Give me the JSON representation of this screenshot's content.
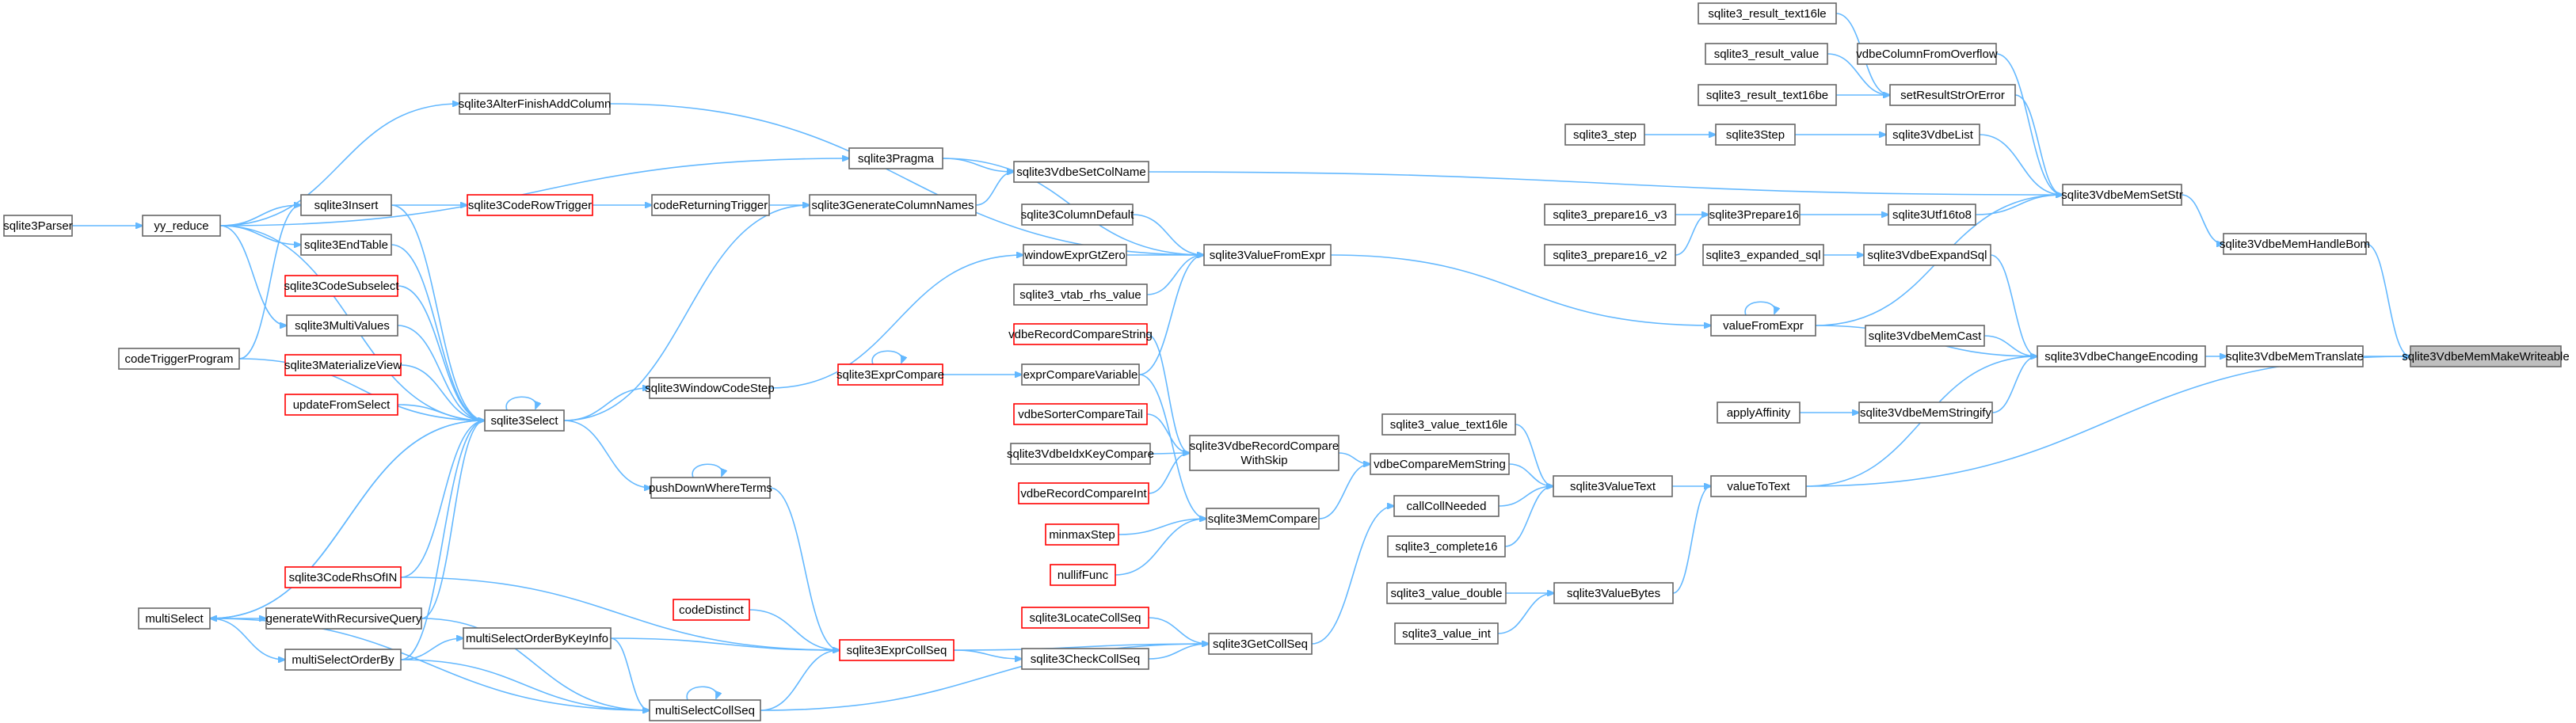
{
  "colors": {
    "edge": "#63b8ff",
    "node_border": "#666666",
    "node_border_truncated": "#ff0000",
    "root_fill": "#bfbfbf"
  },
  "nodes": {
    "n_main": "sqlite3VdbeMemMakeWriteable",
    "n_handlebom": "sqlite3VdbeMemHandleBom",
    "n_translate": "sqlite3VdbeMemTranslate",
    "n_setstr": "sqlite3VdbeMemSetStr",
    "n_changeenc": "sqlite3VdbeChangeEncoding",
    "n_result16": "sqlite3_result_text16le",
    "n_resvalue": "sqlite3_result_value",
    "n_result16be": "sqlite3_result_text16be",
    "n_colfromoverflow": "vdbeColumnFromOverflow",
    "n_setresult": "setResultStrOrError",
    "n_step": "sqlite3_step",
    "n_sqlite3step": "sqlite3Step",
    "n_vdbelist": "sqlite3VdbeList",
    "n_setcolname": "sqlite3VdbeSetColName",
    "n_utf16to8": "sqlite3Utf16to8",
    "n_prep16v3": "sqlite3_prepare16_v3",
    "n_prep16v2": "sqlite3_prepare16_v2",
    "n_prepare16": "sqlite3Prepare16",
    "n_expsql": "sqlite3_expanded_sql",
    "n_expandsql": "sqlite3VdbeExpandSql",
    "n_valuefromexpr": "valueFromExpr",
    "n_memcast": "sqlite3VdbeMemCast",
    "n_stringify": "sqlite3VdbeMemStringify",
    "n_applyaff": "applyAffinity",
    "n_valuetotext": "valueToText",
    "n_valuetext": "sqlite3ValueText",
    "n_valtext16": "sqlite3_value_text16le",
    "n_vdbecompstr": "vdbeCompareMemString",
    "n_callcollneeded": "callCollNeeded",
    "n_complete16": "sqlite3_complete16",
    "n_valuebytes": "sqlite3ValueBytes",
    "n_valdouble": "sqlite3_value_double",
    "n_valint": "sqlite3_value_int",
    "n_getcollseq": "sqlite3GetCollSeq",
    "n_locatecollseq": "sqlite3LocateCollSeq",
    "n_checkcollseq": "sqlite3CheckCollSeq",
    "n_valuefromexpr2": "sqlite3ValueFromExpr",
    "n_pragma": "sqlite3Pragma",
    "n_coldefault": "sqlite3ColumnDefault",
    "n_windowgtzero": "windowExprGtZero",
    "n_vtabrhs": "sqlite3_vtab_rhs_value",
    "n_vdbereccompstr": "vdbeRecordCompareString",
    "n_exprcomparevar": "exprCompareVariable",
    "n_exprcompare": "sqlite3ExprCompare",
    "n_sortercomptail": "vdbeSorterCompareTail",
    "n_idxkeycompare": "sqlite3VdbeIdxKeyCompare",
    "n_reccompareint": "vdbeRecordCompareInt",
    "n_reccompareskip": "sqlite3VdbeRecordCompare\nWithSkip",
    "n_minmaxstep": "minmaxStep",
    "n_nullifunc": "nullifFunc",
    "n_memcompare": "sqlite3MemCompare",
    "n_codedistinct": "codeDistinct",
    "n_exprcollseq": "sqlite3ExprCollSeq",
    "n_altercol": "sqlite3AlterFinishAddColumn",
    "n_gencolnames": "sqlite3GenerateColumnNames",
    "n_codereturning": "codeReturningTrigger",
    "n_coderowtrigger": "sqlite3CodeRowTrigger",
    "n_insert": "sqlite3Insert",
    "n_endtable": "sqlite3EndTable",
    "n_yyreduce": "yy_reduce",
    "n_parser": "sqlite3Parser",
    "n_codesubselect": "sqlite3CodeSubselect",
    "n_multivalues": "sqlite3MultiValues",
    "n_materializeview": "sqlite3MaterializeView",
    "n_updatefromselect": "updateFromSelect",
    "n_codetrigger": "codeTriggerProgram",
    "n_select": "sqlite3Select",
    "n_windowcodestep": "sqlite3WindowCodeStep",
    "n_pushdown": "pushDownWhereTerms",
    "n_coderhsofin": "sqlite3CodeRhsOfIN",
    "n_multiselect": "multiSelect",
    "n_genrecursive": "generateWithRecursiveQuery",
    "n_multiorderby": "multiSelectOrderBy",
    "n_orderbykeyinfo": "multiSelectOrderByKeyInfo",
    "n_multicollseq": "multiSelectCollSeq"
  }
}
